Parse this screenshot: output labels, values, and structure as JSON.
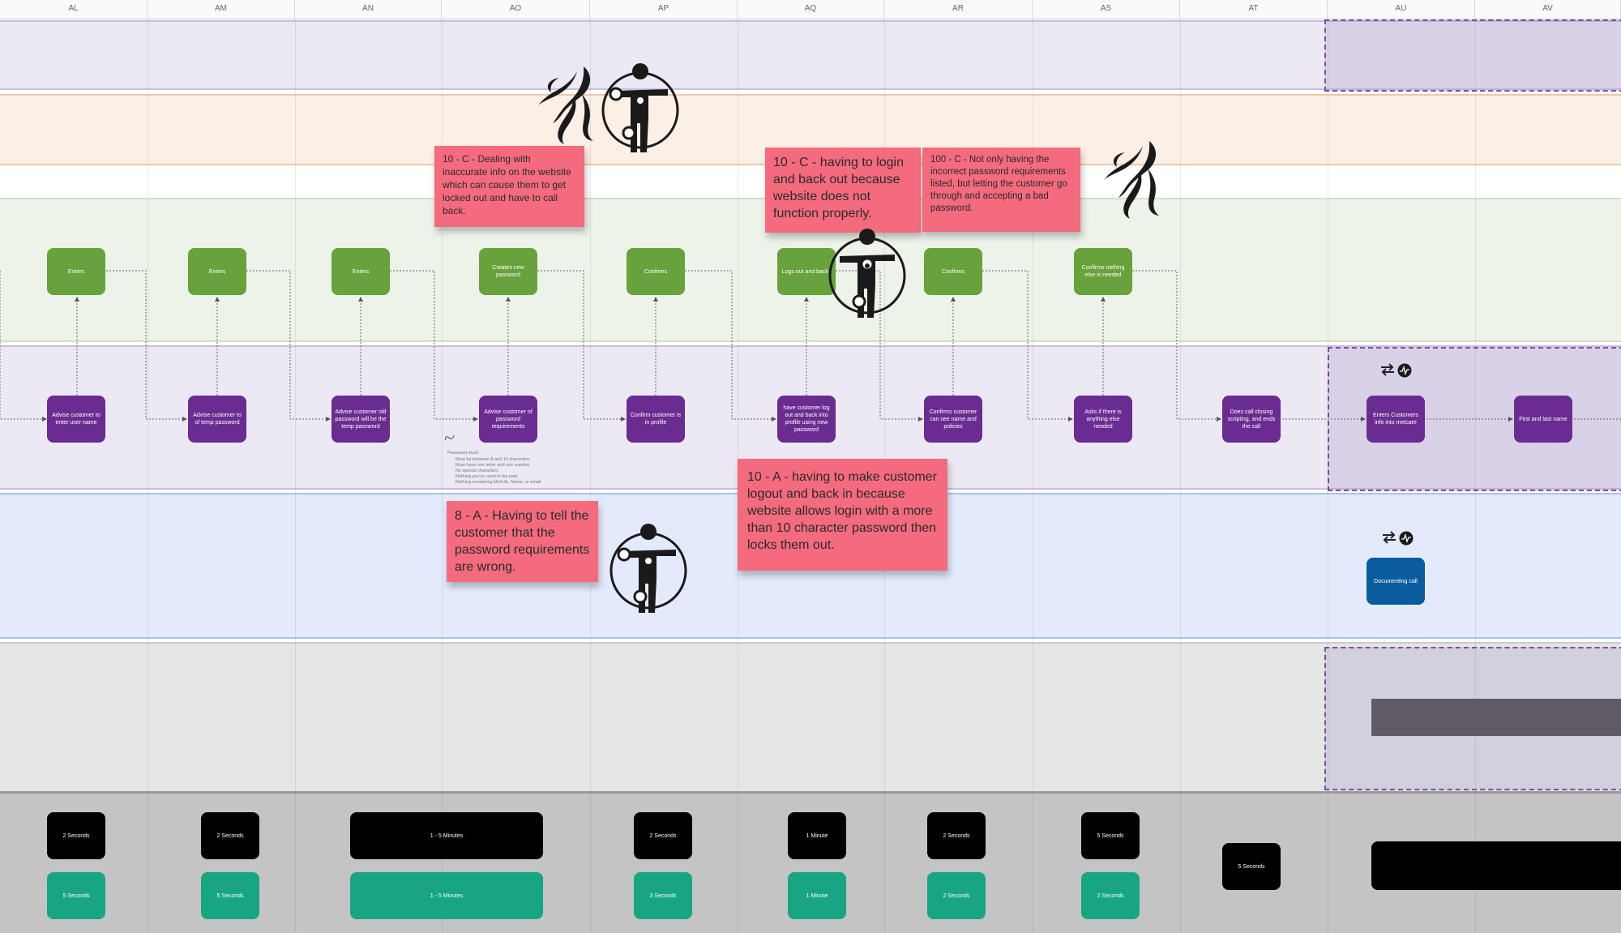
{
  "columns": [
    "AL",
    "AM",
    "AN",
    "AO",
    "AP",
    "AQ",
    "AR",
    "AS",
    "AT",
    "AU",
    "AV"
  ],
  "colors": {
    "green_action": "#67a23c",
    "purple_action": "#6a2c91",
    "blue_action": "#0b5c9e",
    "sticky_note": "#f46b7d",
    "time_black": "#000000",
    "time_teal": "#17a583",
    "dashed_region": "#7b4f9a"
  },
  "customer_actions": [
    {
      "text": "Enters"
    },
    {
      "text": "Enters"
    },
    {
      "text": "Enters"
    },
    {
      "text": "Creates new password"
    },
    {
      "text": "Confirms"
    },
    {
      "text": "Logs out and back i"
    },
    {
      "text": "Confirms"
    },
    {
      "text": "Confirms nothing else is needed"
    }
  ],
  "agent_actions": [
    {
      "text": "Advise customer to enter user name"
    },
    {
      "text": "Advise customer to of temp password"
    },
    {
      "text": "Advise customer old password will be the temp password"
    },
    {
      "text": "Advise customer of password requirements"
    },
    {
      "text": "Confirm customer is in profile"
    },
    {
      "text": "have customer log out and back into profile using new password"
    },
    {
      "text": "Confirms customer can see name and policies"
    },
    {
      "text": "Asks if there is anything else needed"
    },
    {
      "text": "Does call closing scripting, and ends the call"
    },
    {
      "text": "Enters Customers info into metcare"
    },
    {
      "text": "First and last name"
    }
  ],
  "system_actions": [
    {
      "text": "Documenting call"
    }
  ],
  "password_note": {
    "title": "Password must:",
    "lines": [
      "Must be between 8 and 10 characters",
      "Must have one letter and one number",
      "No special characters",
      "Nothing you've used in the past",
      "Nothing containing MetLife, Name, or email"
    ]
  },
  "sticky_notes": [
    {
      "text": "10 - C - Dealing with inaccurate info on the website which can cause them to get locked out and have to call back."
    },
    {
      "text": "10 - C - having to login and back out because website does not function properly."
    },
    {
      "text": "100 - C - Not only having the incorrect password requirements listed, but letting the customer go through and accepting a bad password."
    },
    {
      "text": "10 - A - having to make customer logout and back in because website allows login with a more than 10 character password then locks them out."
    },
    {
      "text": "8 - A - Having to tell the customer that the password requirements are wrong."
    }
  ],
  "time_rows": {
    "row1": [
      "2 Seconds",
      "2 Seconds",
      "1 - 5 Minutes",
      "2 Seconds",
      "1 Minute",
      "2 Seconds",
      "5 Seconds"
    ],
    "row2": [
      "5 Seconds",
      "5 Seconds",
      "1 - 5 Minutes",
      "3 Seconds",
      "1 Minute",
      "2 Seconds",
      "2 Seconds"
    ],
    "single": "5 Seconds"
  },
  "icons": {
    "emotion_negative": "squiggle-tentacle-icon",
    "pain_point": "stick-figure-pain-icon",
    "integration": "swap-arrows-icon",
    "analytics": "pulse-circle-icon",
    "link": "link-icon"
  }
}
